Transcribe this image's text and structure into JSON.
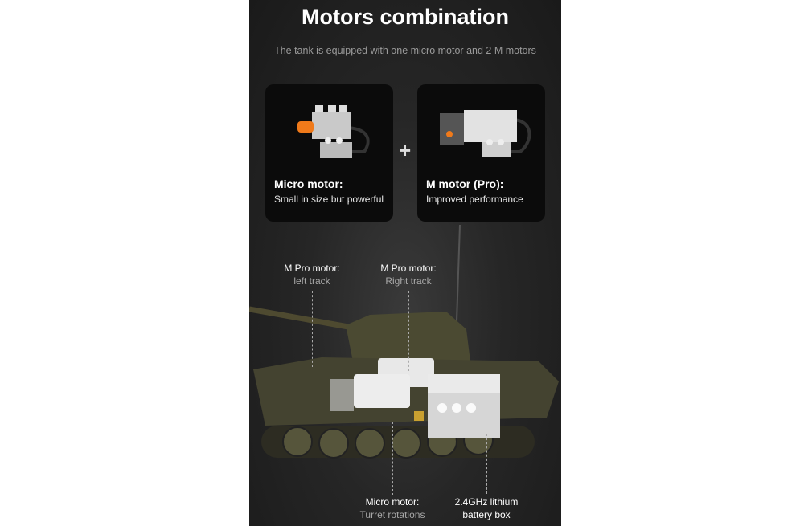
{
  "title": "Motors combination",
  "subtitle": "The tank is equipped with one micro motor and 2 M motors",
  "cards": [
    {
      "name": "Micro motor:",
      "desc": "Small in size but powerful"
    },
    {
      "name": "M motor (Pro):",
      "desc": "Improved performance"
    }
  ],
  "plus": "+",
  "callouts": {
    "left_track": {
      "label": "M Pro motor:",
      "detail": "left track"
    },
    "right_track": {
      "label": "M Pro motor:",
      "detail": "Right track"
    },
    "turret": {
      "label": "Micro motor:",
      "detail": "Turret rotations"
    },
    "battery": {
      "label": "2.4GHz lithium",
      "detail": "battery box"
    }
  }
}
